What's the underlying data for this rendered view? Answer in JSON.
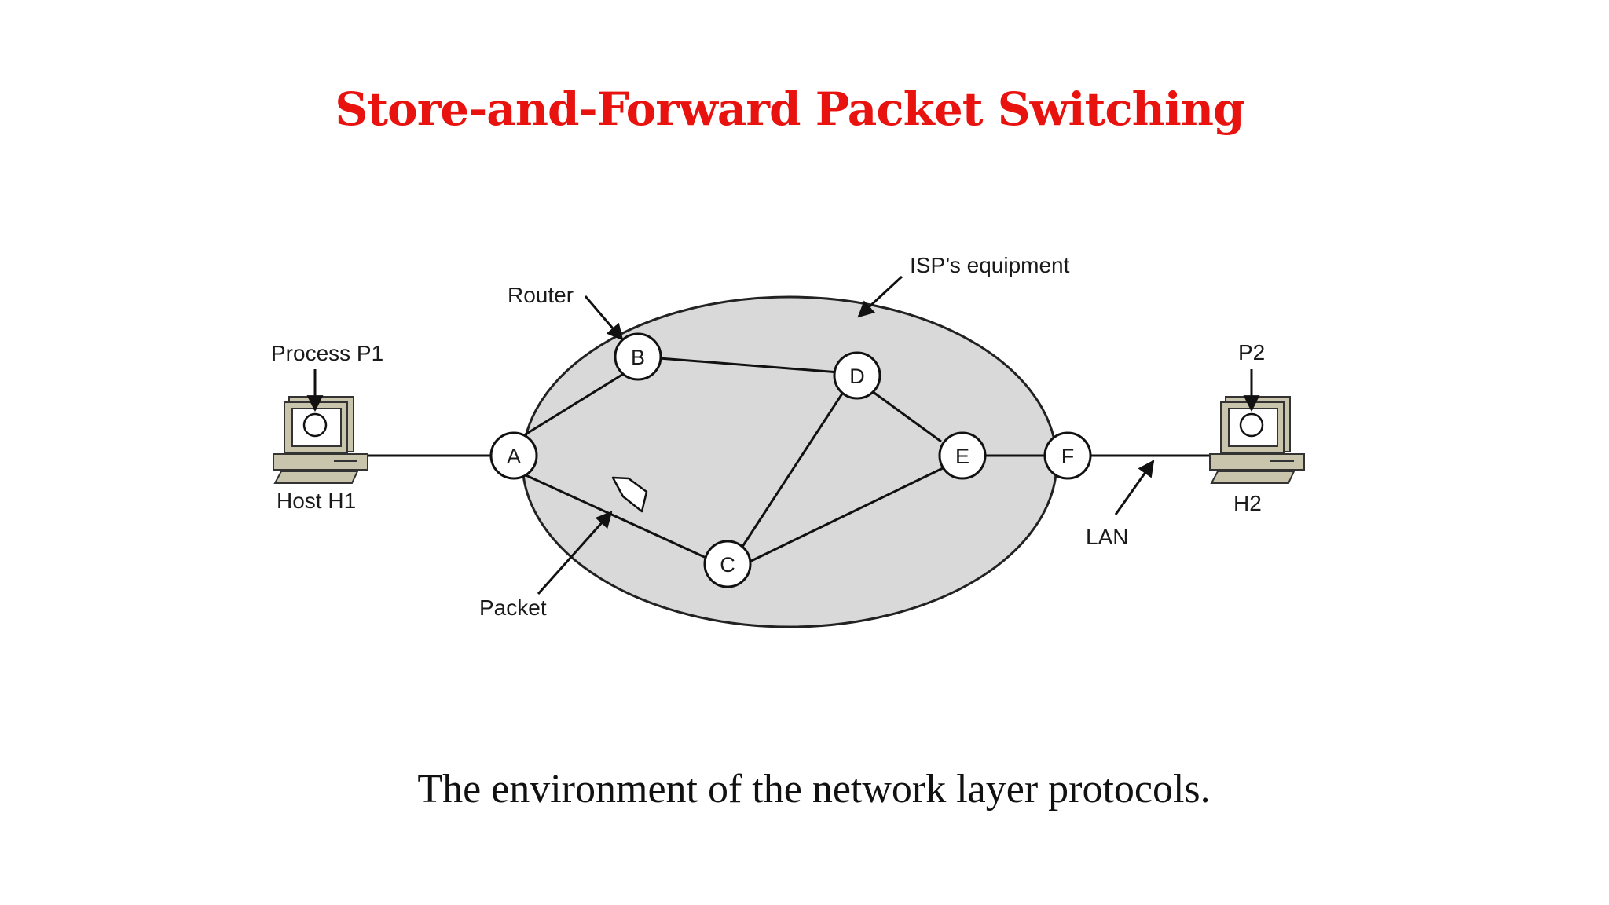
{
  "title": "Store-and-Forward Packet Switching",
  "caption": "The environment of the network layer protocols.",
  "labels": {
    "isp_equipment": "ISP’s equipment",
    "router": "Router",
    "process_p1": "Process P1",
    "host_h1": "Host H1",
    "p2": "P2",
    "h2": "H2",
    "lan": "LAN",
    "packet": "Packet"
  },
  "nodes": {
    "a": "A",
    "b": "B",
    "c": "C",
    "d": "D",
    "e": "E",
    "f": "F"
  },
  "colors": {
    "title": "#e8120f",
    "isp_region": "#d9d9d9",
    "computer": "#c9c5ad"
  }
}
